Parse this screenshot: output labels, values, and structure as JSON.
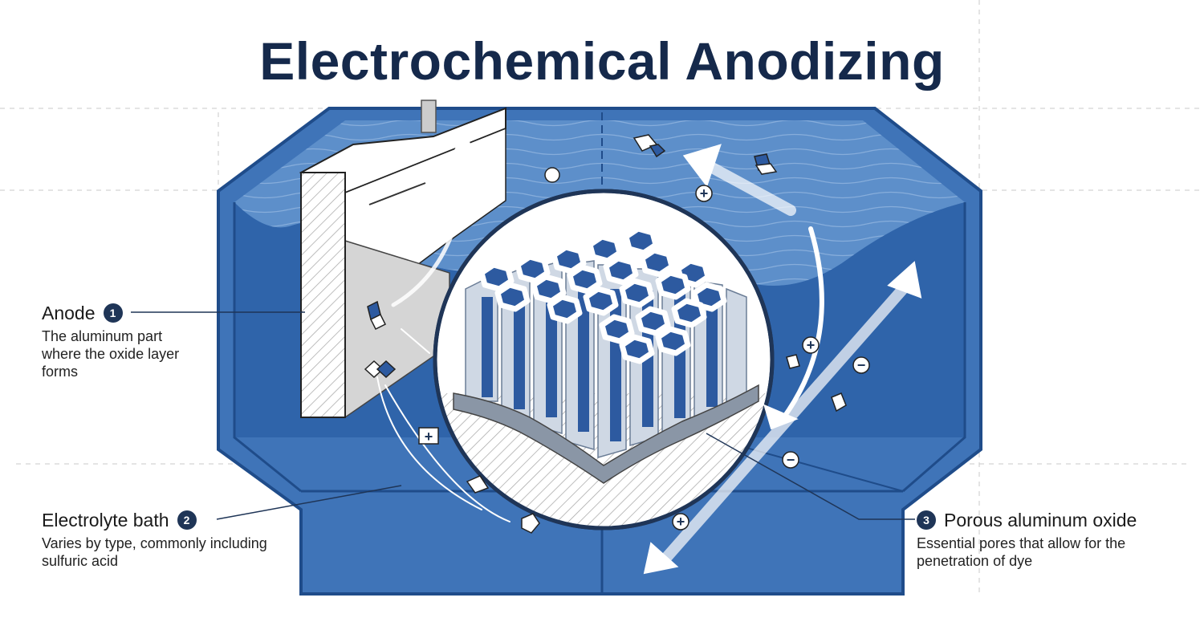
{
  "title": "Electrochemical Anodizing",
  "callouts": [
    {
      "number": "1",
      "title": "Anode",
      "description": "The aluminum part where the oxide layer forms"
    },
    {
      "number": "2",
      "title": "Electrolyte bath",
      "description": "Varies by type, commonly including sulfuric acid"
    },
    {
      "number": "3",
      "title": "Porous aluminum oxide",
      "description": "Essential pores that allow for the penetration of dye"
    }
  ],
  "ion_symbols": {
    "positive": "+",
    "negative": "−"
  },
  "colors": {
    "title": "#15294b",
    "tank_blue": "#3f74b8",
    "water_light": "#5d8fca",
    "tank_dark": "#1f4c8a",
    "badge": "#1f3557",
    "pore_wall": "#cfd8e4"
  }
}
